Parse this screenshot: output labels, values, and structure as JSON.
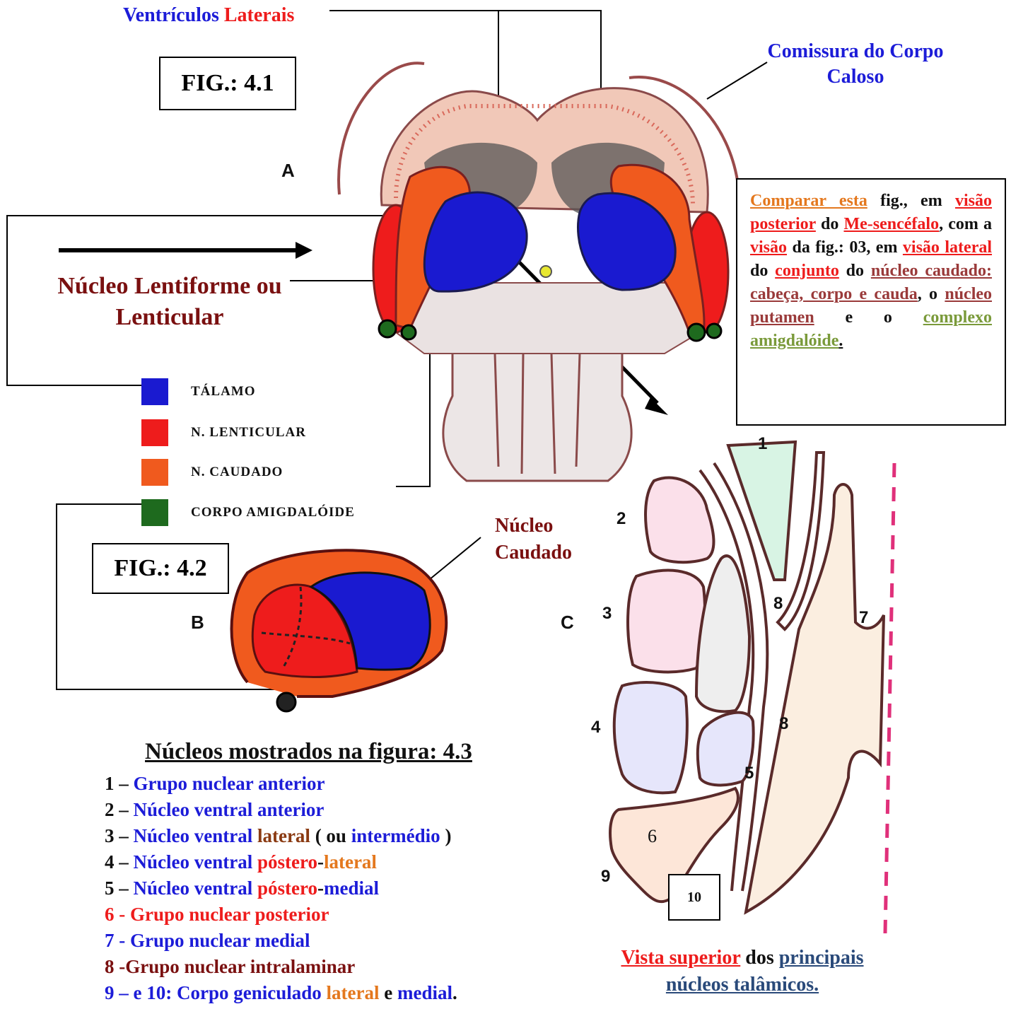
{
  "figA": {
    "label_box": "FIG.: 4.1",
    "panel_letter": "A",
    "ventricles_label": {
      "part1": "Ventrículos",
      "part2": "Laterais"
    },
    "commissure_label": {
      "line1": "Comissura do Corpo",
      "line2": "Caloso"
    },
    "lentiform_label": {
      "line1": "Núcleo Lentiforme ou",
      "line2": "Lenticular"
    }
  },
  "legend": [
    {
      "color": "#1a1ad0",
      "text": "TÁLAMO"
    },
    {
      "color": "#ee1c1c",
      "text": "N. LENTICULAR"
    },
    {
      "color": "#f05a1e",
      "text": "N. CAUDADO"
    },
    {
      "color": "#1e6a1e",
      "text": "CORPO AMIGDALÓIDE"
    }
  ],
  "figB": {
    "label_box": "FIG.: 4.2",
    "panel_letter": "B",
    "caudate_label": {
      "line1": "Núcleo",
      "line2": "Caudado"
    }
  },
  "note": {
    "t1": "Comparar esta",
    "t2": "fig., em",
    "t3": "visão posterior",
    "t4": "do",
    "t5": "Me-sencéfalo",
    "t6": ", com a",
    "t7": "visão",
    "t8": "da fig.: 03, em",
    "t9": "visão lateral",
    "t10": "do",
    "t11": "conjunto",
    "t12": "do",
    "t13": "núcleo caudado: cabeça, corpo e cauda",
    "t14": ", o",
    "t15": "núcleo putamen",
    "t16": "e o",
    "t17": "complexo amigdalóide",
    "t18": "."
  },
  "figC": {
    "panel_letter": "C",
    "numbers": [
      "1",
      "2",
      "3",
      "4",
      "5",
      "6",
      "7",
      "8",
      "8",
      "9",
      "10"
    ],
    "caption": {
      "part1": "Vista superior",
      "part2": "dos",
      "part3": "principais",
      "part4": "núcleos talâmicos."
    }
  },
  "nuclei_list": {
    "title": "Núcleos mostrados na figura: 4.3",
    "items": [
      {
        "a": "1 – ",
        "b": "Grupo nuclear anterior"
      },
      {
        "a": "2 – ",
        "b": "Núcleo ventral anterior"
      },
      {
        "a": "3 – ",
        "b": "Núcleo ventral ",
        "c": "lateral",
        "d": " ( ou ",
        "e": "intermédio",
        "f": " )"
      },
      {
        "a": "4 – ",
        "b": "Núcleo ventral ",
        "c": "póstero",
        "d": "-",
        "e": "lateral"
      },
      {
        "a": "5 – ",
        "b": "Núcleo ventral ",
        "c": "póstero",
        "d": "-",
        "e": "medial"
      },
      {
        "a": "6  - ",
        "b": "Grupo nuclear posterior"
      },
      {
        "a": "7  - ",
        "b": "Grupo nuclear medial"
      },
      {
        "a": "8  -",
        "b": "Grupo nuclear intralaminar"
      },
      {
        "a": "9 – e 10: ",
        "b": "Corpo geniculado ",
        "c": "lateral",
        "d": " e ",
        "e": "medial",
        "f": "."
      }
    ]
  }
}
